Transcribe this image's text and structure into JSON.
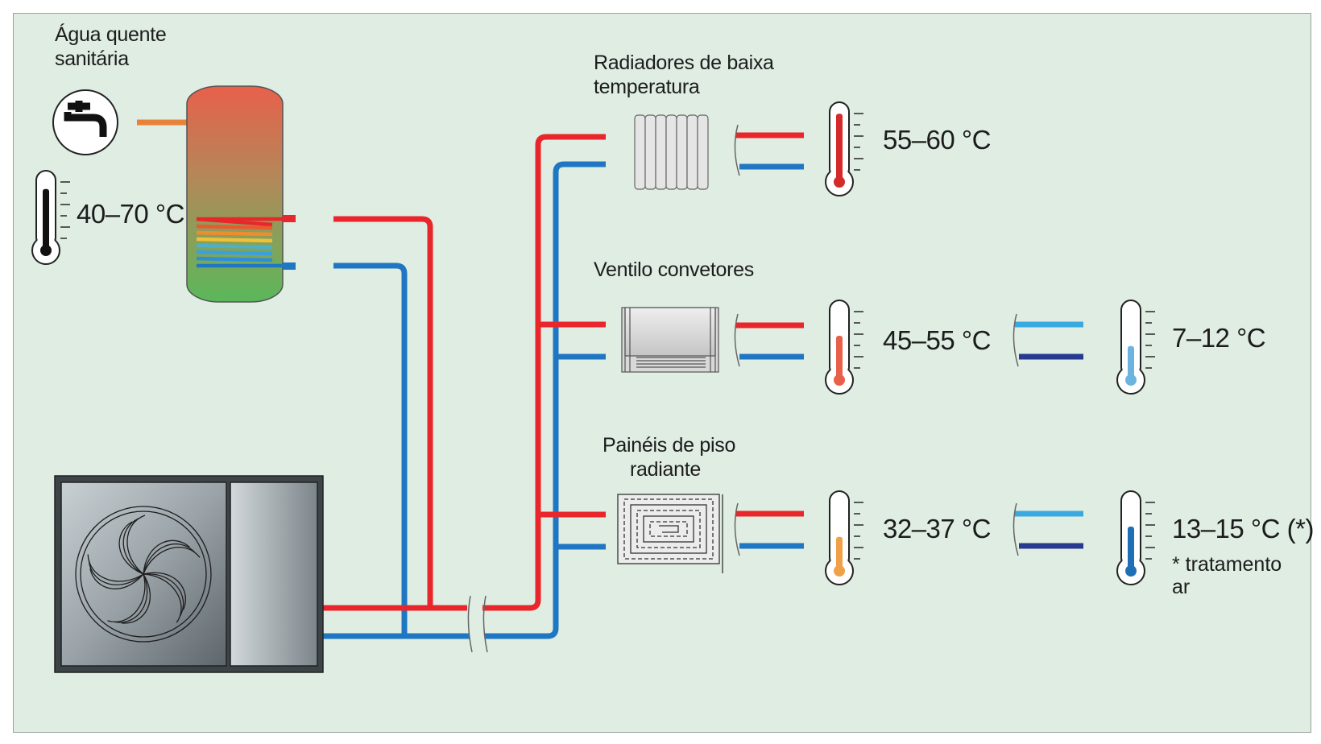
{
  "labels": {
    "dhw_line1": "Água  quente",
    "dhw_line2": "sanitária",
    "radiators_line1": "Radiadores  de  baixa",
    "radiators_line2": "temperatura",
    "fancoil": "Ventilo convetores",
    "floor_line1": "Painéis de piso",
    "floor_line2": "radiante"
  },
  "temperatures": {
    "dhw": "40–70 °C",
    "radiators": "55–60 °C",
    "fancoil_heat": "45–55 °C",
    "fancoil_cool": "7–12 °C",
    "floor_heat": "32–37 °C",
    "floor_cool": "13–15 °C (*)"
  },
  "footnote": "* tratamento ar",
  "thermometers": {
    "dhw": {
      "level": 0.85,
      "color": "#111111"
    },
    "radiators": {
      "level": 0.95,
      "color": "#d42a2a"
    },
    "fancoil_heat": {
      "level": 0.6,
      "color": "#e8604a"
    },
    "fancoil_cool": {
      "level": 0.45,
      "color": "#6cb3e0"
    },
    "floor_heat": {
      "level": 0.45,
      "color": "#f0a048"
    },
    "floor_cool": {
      "level": 0.6,
      "color": "#1f6fb8"
    }
  },
  "colors": {
    "supply": "#e8262b",
    "return": "#1f77c4",
    "dhw_outlet": "#e8823a",
    "cool_supply": "#3aa9df",
    "cool_return": "#283a8f",
    "background": "#dfede2"
  },
  "icons": {
    "tap": "tap-icon",
    "tank": "water-tank",
    "heat_pump": "heat-pump-unit",
    "radiator": "radiator-icon",
    "fancoil": "fancoil-icon",
    "floor": "floor-heating-icon"
  }
}
